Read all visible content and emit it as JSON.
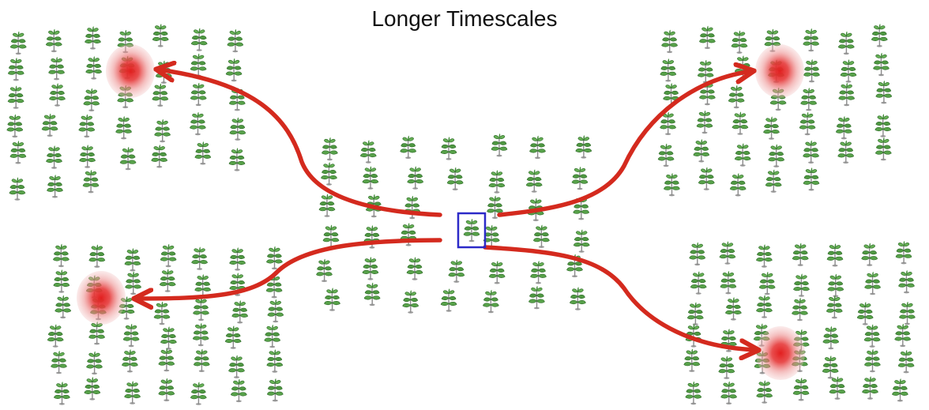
{
  "title": "Longer Timescales",
  "colors": {
    "background": "#ffffff",
    "title_text": "#111111",
    "leaf_fill": "#58a24a",
    "leaf_stroke": "#2f6a2a",
    "stem": "#8a8a8a",
    "arrow": "#d42a1e",
    "mutation_spot": "#e21f1f",
    "highlight_box": "#2c2ac8"
  },
  "icons": {
    "plant": "plant-icon",
    "mutation": "mutation-spot-icon",
    "arrow": "arrow-icon",
    "highlight": "selection-box-icon"
  },
  "diagram": {
    "groups": [
      {
        "name": "top-left-field",
        "plant_count": 38
      },
      {
        "name": "top-right-field",
        "plant_count": 40
      },
      {
        "name": "center-field",
        "plant_count": 40
      },
      {
        "name": "bottom-left-field",
        "plant_count": 44
      },
      {
        "name": "bottom-right-field",
        "plant_count": 44
      }
    ],
    "origin": "center-field",
    "arrows": [
      {
        "from": "center-field",
        "to": "top-left-field"
      },
      {
        "from": "center-field",
        "to": "top-right-field"
      },
      {
        "from": "center-field",
        "to": "bottom-left-field"
      },
      {
        "from": "center-field",
        "to": "bottom-right-field"
      }
    ],
    "mutation_spots": [
      "top-left-field",
      "top-right-field",
      "bottom-left-field",
      "bottom-right-field"
    ]
  }
}
